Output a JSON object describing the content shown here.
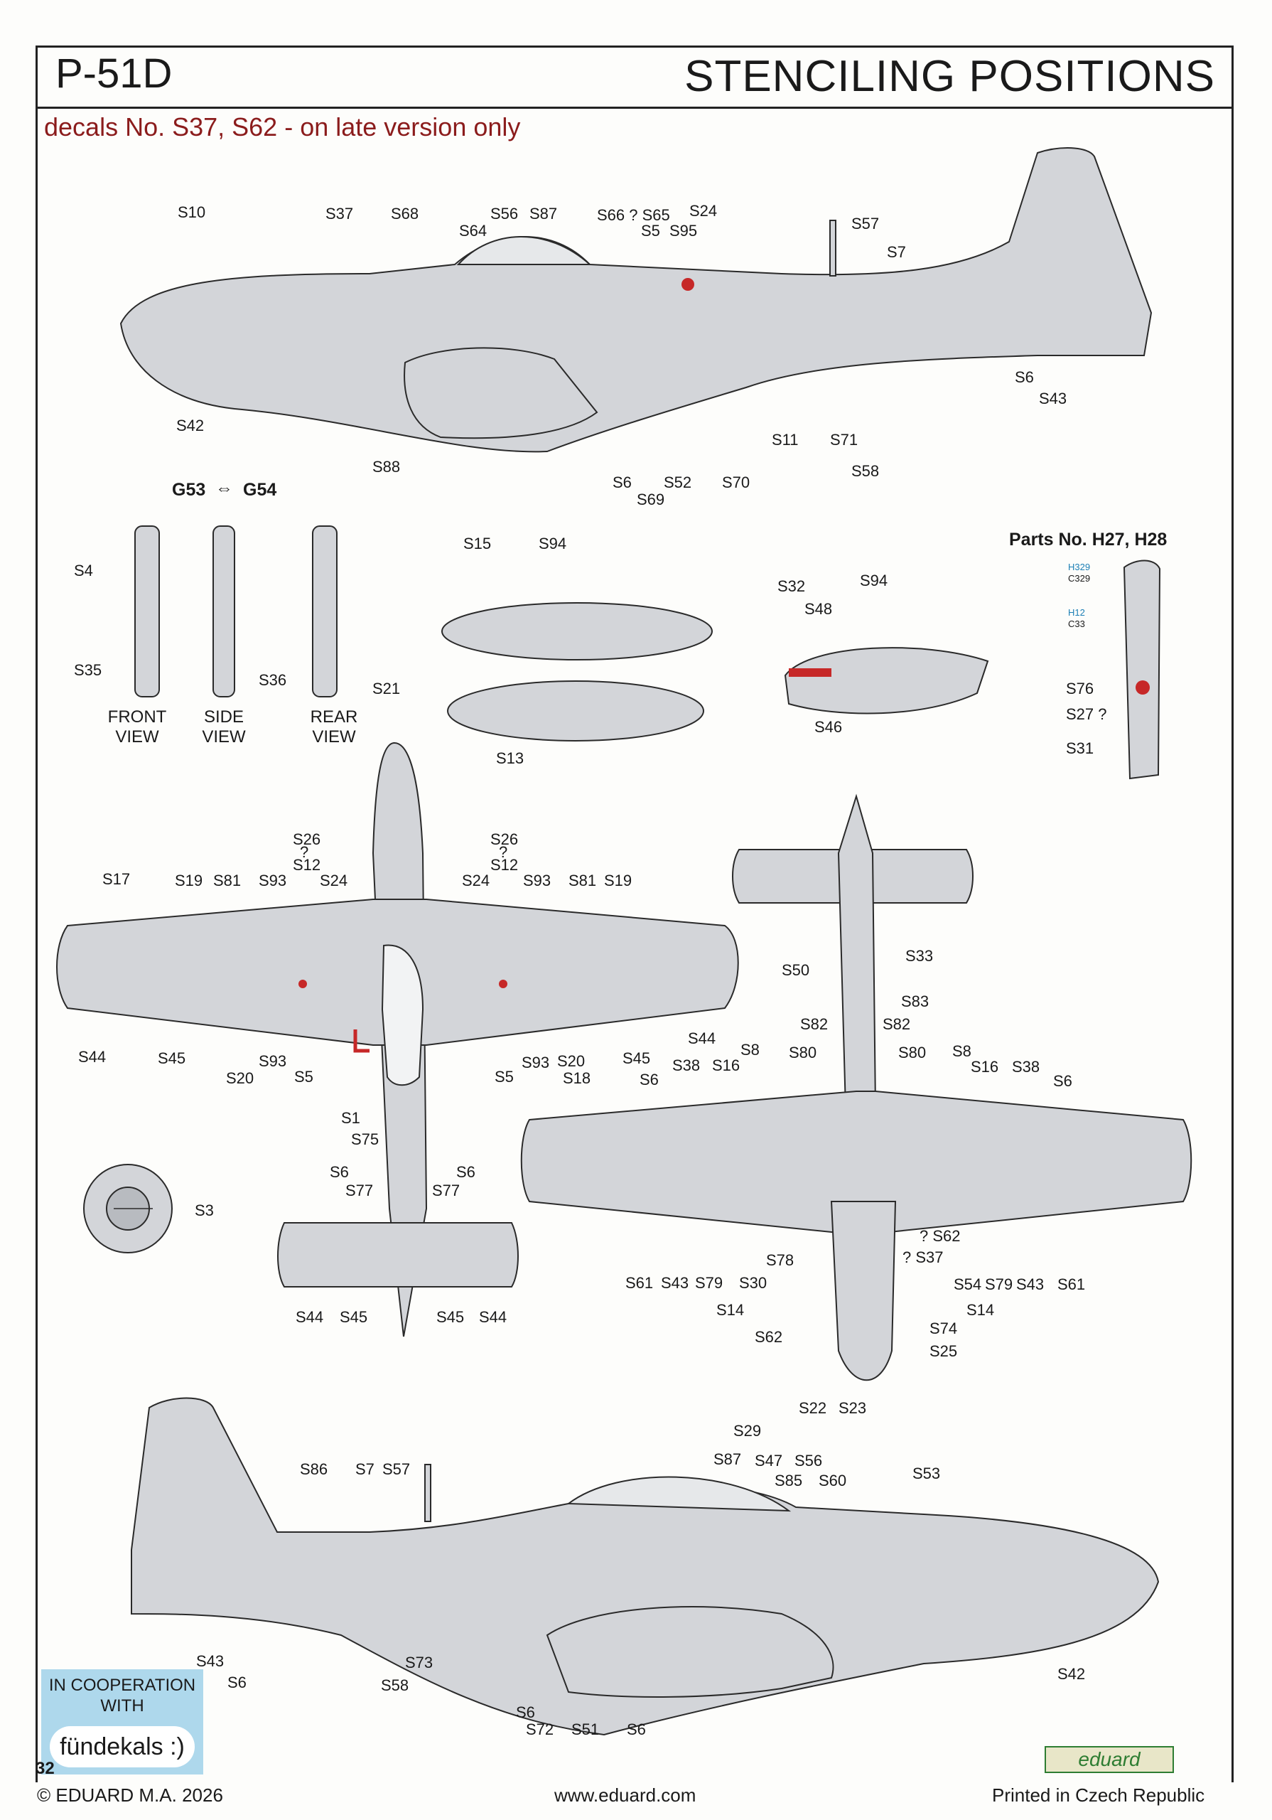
{
  "header": {
    "model": "P-51D",
    "title": "STENCILING POSITIONS"
  },
  "note": "decals No. S37, S62 - on late version only",
  "swap": {
    "from": "G53",
    "to": "G54"
  },
  "parts_label": "Parts No. H27, H28",
  "part_codes": [
    "H329",
    "C329",
    "H12",
    "C33"
  ],
  "views": {
    "front": "FRONT VIEW",
    "side": "SIDE VIEW",
    "rear": "REAR VIEW"
  },
  "top_side_labels": [
    "S10",
    "S37",
    "S68",
    "S56",
    "S87",
    "S64",
    "S66 ? S65",
    "S5",
    "S95",
    "S24",
    "S57",
    "S7",
    "S6",
    "S43",
    "S42",
    "S88",
    "S6",
    "S52",
    "S69",
    "S70",
    "S11",
    "S71",
    "S58"
  ],
  "gear_labels": [
    "S4",
    "S35",
    "S36",
    "S21"
  ],
  "tank_labels": [
    "S15",
    "S94",
    "S13"
  ],
  "tank2_labels": [
    "S32",
    "S48",
    "S94",
    "S46"
  ],
  "part_labels": [
    "S76",
    "S27 ?",
    "S31"
  ],
  "top_view_labels": [
    "S17",
    "S19",
    "S81",
    "S93",
    "S26",
    "?",
    "S12",
    "S24",
    "S26",
    "?",
    "S12",
    "S24",
    "S93",
    "S81",
    "S19",
    "S44",
    "S45",
    "S20",
    "S93",
    "S5",
    "S5",
    "S93",
    "S20",
    "S18",
    "S45",
    "S1",
    "S75",
    "S6",
    "S77",
    "S77",
    "S6",
    "S3",
    "S44",
    "S45",
    "S45",
    "S44"
  ],
  "bottom_view_labels": [
    "S50",
    "S33",
    "S83",
    "S82",
    "S82",
    "S44",
    "S80",
    "S80",
    "S38",
    "S16",
    "S8",
    "S6",
    "S8",
    "S16",
    "S38",
    "S6",
    "? S62",
    "? S37",
    "S78",
    "S61",
    "S43",
    "S79",
    "S30",
    "S14",
    "S54",
    "S79",
    "S43",
    "S61",
    "S14",
    "S62",
    "S74",
    "S25",
    "S22",
    "S23"
  ],
  "lower_side_labels": [
    "S29",
    "S87",
    "S47",
    "S56",
    "S85",
    "S60",
    "S86",
    "S7",
    "S57",
    "S53",
    "S43",
    "S6",
    "S73",
    "S58",
    "S42",
    "S6",
    "S72",
    "S51",
    "S6"
  ],
  "cooperation": {
    "line1": "IN COOPERATION",
    "line2": "WITH",
    "brand": "fündekals :)"
  },
  "page_number": "32",
  "footer": {
    "copyright": "© EDUARD M.A. 2026",
    "url": "www.eduard.com",
    "printed": "Printed in Czech Republic"
  },
  "logo": "eduard",
  "colors": {
    "note": "#8b1c1c",
    "airframe": "#d3d5d9",
    "outline": "#2a2a2a",
    "stencil_red": "#c62828",
    "coop_bg": "#aed8ec"
  }
}
